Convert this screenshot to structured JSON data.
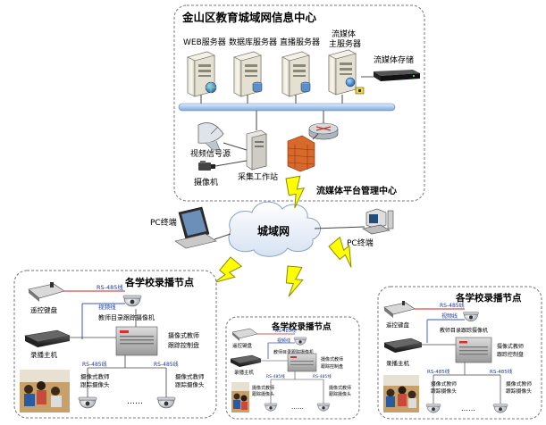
{
  "center": {
    "title": "金山区教育城域网信息中心",
    "servers": [
      {
        "label": "WEB服务器"
      },
      {
        "label": "数据库服务器"
      },
      {
        "label": "直播服务器"
      },
      {
        "label": "流媒体主服务器",
        "line1": "流媒体",
        "line2": "主服务器"
      }
    ],
    "storage_label": "流媒体存储",
    "signal_source_label": "视频信号源",
    "camera_label": "摄像机",
    "workstation_label": "采集工作站",
    "platform_label": "流媒体平台管理中心"
  },
  "network": {
    "cloud_label": "城域网",
    "pc_left_label": "PC终端",
    "pc_right_label": "PC终端"
  },
  "schools": [
    {
      "title": "各学校录播节点",
      "remote_keyboard": "遥控键盘",
      "rs485_top": "RS-485线",
      "video_line": "视频线",
      "teacher_cam": "教师目录跟踪摄像机",
      "host": "录播主机",
      "controller_line1": "摄像式教师",
      "controller_line2": "跟踪控制盘",
      "rs485_left": "RS-485线",
      "rs485_right": "RS-485线",
      "cam_left_line1": "摄像式教师",
      "cam_left_line2": "跟踪摄像头",
      "cam_right_line1": "摄像式教师",
      "cam_right_line2": "跟踪摄像头",
      "dots": "……"
    },
    {
      "title": "各学校录播节点",
      "remote_keyboard": "遥控键盘",
      "rs485_top": "RS-485线",
      "video_line": "视频线",
      "teacher_cam": "教师目录跟踪摄像机",
      "host": "录播主机",
      "controller_line1": "摄像式教师",
      "controller_line2": "跟踪控制盘",
      "rs485_left": "RS-485线",
      "rs485_right": "RS-485线",
      "cam_left_line1": "摄像式教师",
      "cam_left_line2": "跟踪摄像头",
      "cam_right_line1": "摄像式教师",
      "cam_right_line2": "跟踪摄像头",
      "dots": "……"
    },
    {
      "title": "各学校录播节点",
      "remote_keyboard": "遥控键盘",
      "rs485_top": "RS-485线",
      "video_line": "视频线",
      "teacher_cam": "教师目录跟踪摄像机",
      "host": "录播主机",
      "controller_line1": "摄像式教师",
      "controller_line2": "跟踪控制盘",
      "rs485_left": "RS-485线",
      "rs485_right": "RS-485线",
      "cam_left_line1": "摄像式教师",
      "cam_left_line2": "跟踪摄像头",
      "cam_right_line1": "摄像式教师",
      "cam_right_line2": "跟踪摄像头",
      "dots": "……"
    }
  ],
  "colors": {
    "bolt": "#ffff00",
    "bolt_stroke": "#8a8a00",
    "bus": "#b9d3f0",
    "cable_red": "#cc2222",
    "cable_blue": "#3355cc",
    "frame": "#777777"
  }
}
